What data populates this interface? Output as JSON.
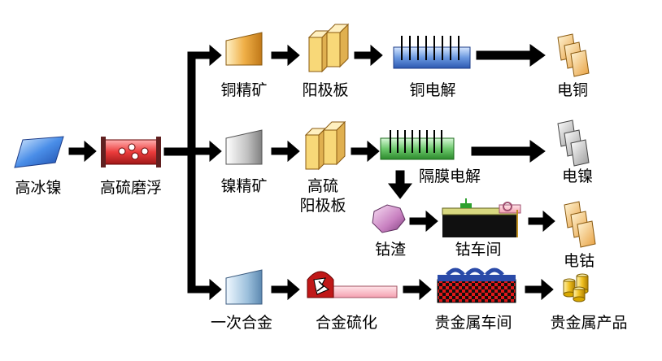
{
  "diagram": {
    "start": {
      "label": "高冰镍"
    },
    "mill": {
      "label": "高硫磨浮"
    },
    "copper_branch": {
      "concentrate": "铜精矿",
      "anode": "阳极板",
      "electrolysis": "铜电解",
      "product": "电铜"
    },
    "nickel_branch": {
      "concentrate": "镍精矿",
      "anode_line1": "高硫",
      "anode_line2": "阳极板",
      "electrolysis": "隔膜电解",
      "product": "电镍"
    },
    "cobalt_branch": {
      "residue": "钴渣",
      "workshop": "钴车间",
      "product": "电钴"
    },
    "precious_branch": {
      "alloy": "一次合金",
      "sulfurization": "合金硫化",
      "workshop": "贵金属车间",
      "product": "贵金属产品"
    },
    "colors": {
      "arrow": "#000000",
      "copper_fill": "#f0b050",
      "nickel_fill": "#c8c8c8",
      "alloy_fill": "#a8c8e0",
      "electrolysis_copper": "#5b86d4",
      "electrolysis_nickel": "#5cb85c",
      "mill_red": "#e03030",
      "cobalt_slag": "#c070b0",
      "precious_workshop": "#2a4aa8",
      "gold": "#f0c020"
    }
  }
}
